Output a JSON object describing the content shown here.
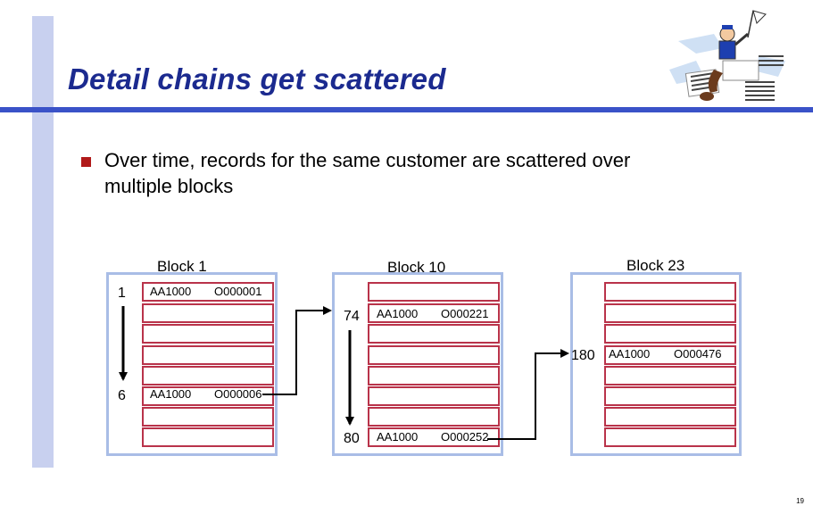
{
  "slide": {
    "title": "Detail chains get scattered",
    "bullet": "Over time, records for the same customer are scattered over multiple blocks",
    "page_number": "19"
  },
  "blocks": [
    {
      "label": "Block 1",
      "entries": [
        {
          "row": "1",
          "customer": "AA1000",
          "order": "O000001"
        },
        {
          "row": "6",
          "customer": "AA1000",
          "order": "O000006"
        }
      ]
    },
    {
      "label": "Block 10",
      "entries": [
        {
          "row": "74",
          "customer": "AA1000",
          "order": "O000221"
        },
        {
          "row": "80",
          "customer": "AA1000",
          "order": "O000252"
        }
      ]
    },
    {
      "label": "Block 23",
      "entries": [
        {
          "row": "180",
          "customer": "AA1000",
          "order": "O000476"
        }
      ]
    }
  ],
  "colors": {
    "title": "#1b2a8f",
    "rule": "#3a52c8",
    "left_bar": "#c8d0ef",
    "block_border": "#a9bde6",
    "record_border": "#b9334a",
    "bullet": "#b11a1a"
  },
  "icons": {
    "clipart": "person-with-flag-on-paper-stacks"
  }
}
